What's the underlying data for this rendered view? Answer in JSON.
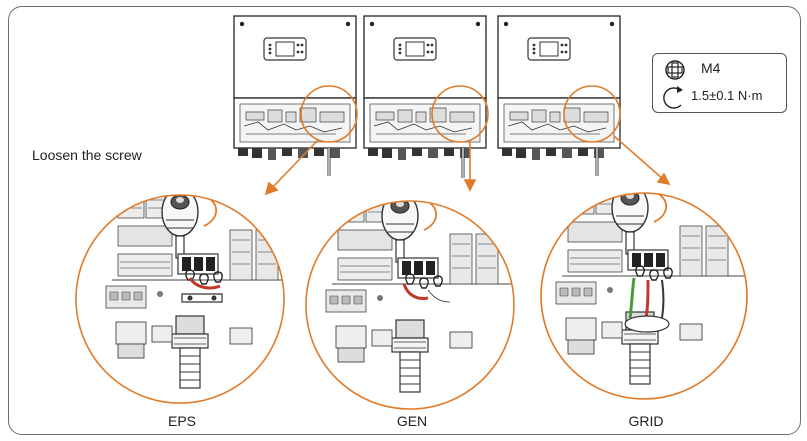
{
  "instruction": "Loosen the screw",
  "spec": {
    "screw_size": "M4",
    "torque": "1.5±0.1 N·m",
    "icons": [
      "screw-head-icon",
      "rotation-arrow-icon"
    ]
  },
  "panels": [
    {
      "label": "EPS"
    },
    {
      "label": "GEN"
    },
    {
      "label": "GRID"
    }
  ],
  "colors": {
    "accent": "#e07b2a",
    "outline": "#333333",
    "frame": "#6d6d6d",
    "red_wire": "#c0392b",
    "green_wire": "#4a9a3a"
  }
}
